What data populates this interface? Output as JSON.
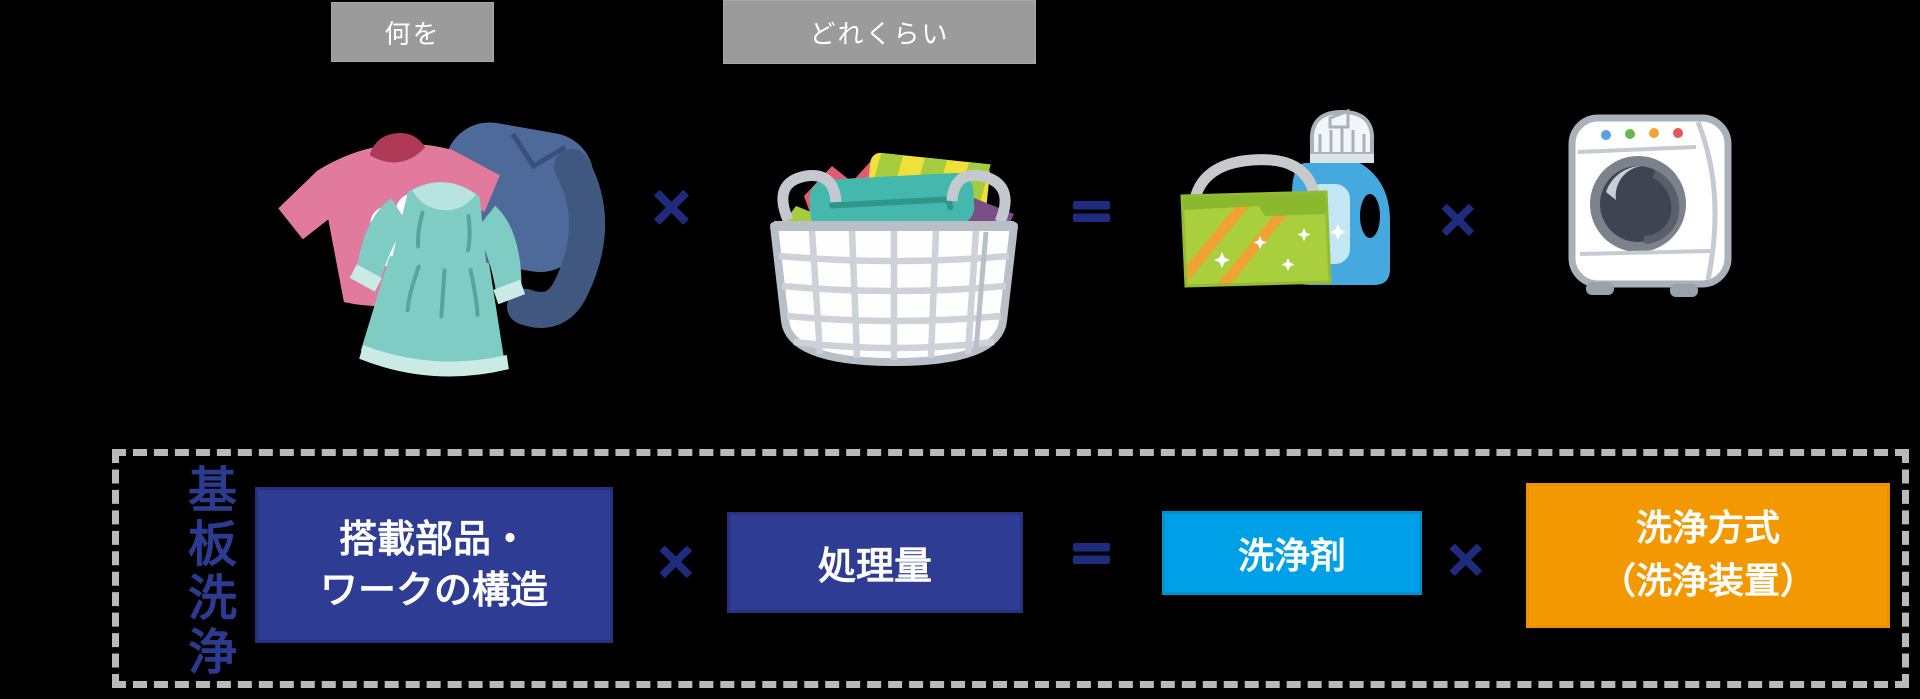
{
  "page": {
    "background_color": "#000000"
  },
  "top_row": {
    "label_what": "何を",
    "label_how_much": "どれくらい",
    "multiply_1": "×",
    "equals": "=",
    "multiply_2": "×",
    "icons": {
      "clothes": "clothes-pile",
      "basket": "laundry-basket-full-of-clothes",
      "detergent": "detergent-box-and-bottle",
      "washer": "drum-washing-machine"
    }
  },
  "bottom_row": {
    "side_label": "基板洗浄",
    "structure_box": {
      "line1": "搭載部品・",
      "line2": "ワークの構造",
      "color": "#2f3c94"
    },
    "volume_box": {
      "label": "処理量",
      "color": "#2f3c94"
    },
    "agent_box": {
      "label": "洗浄剤",
      "color": "#00a0e9"
    },
    "method_box": {
      "line1": "洗浄方式",
      "line2": "（洗浄装置）",
      "color": "#f39800"
    },
    "multiply_1": "×",
    "equals": "=",
    "multiply_2": "×"
  },
  "colors": {
    "gray_label": "#9b9b9b",
    "navy_box": "#2f3c94",
    "light_blue_box": "#00a0e9",
    "orange_box": "#f39800",
    "operator": "#1f2c7e",
    "side_label_text": "#2c3a90",
    "frame_border": "#b9b9b9"
  }
}
